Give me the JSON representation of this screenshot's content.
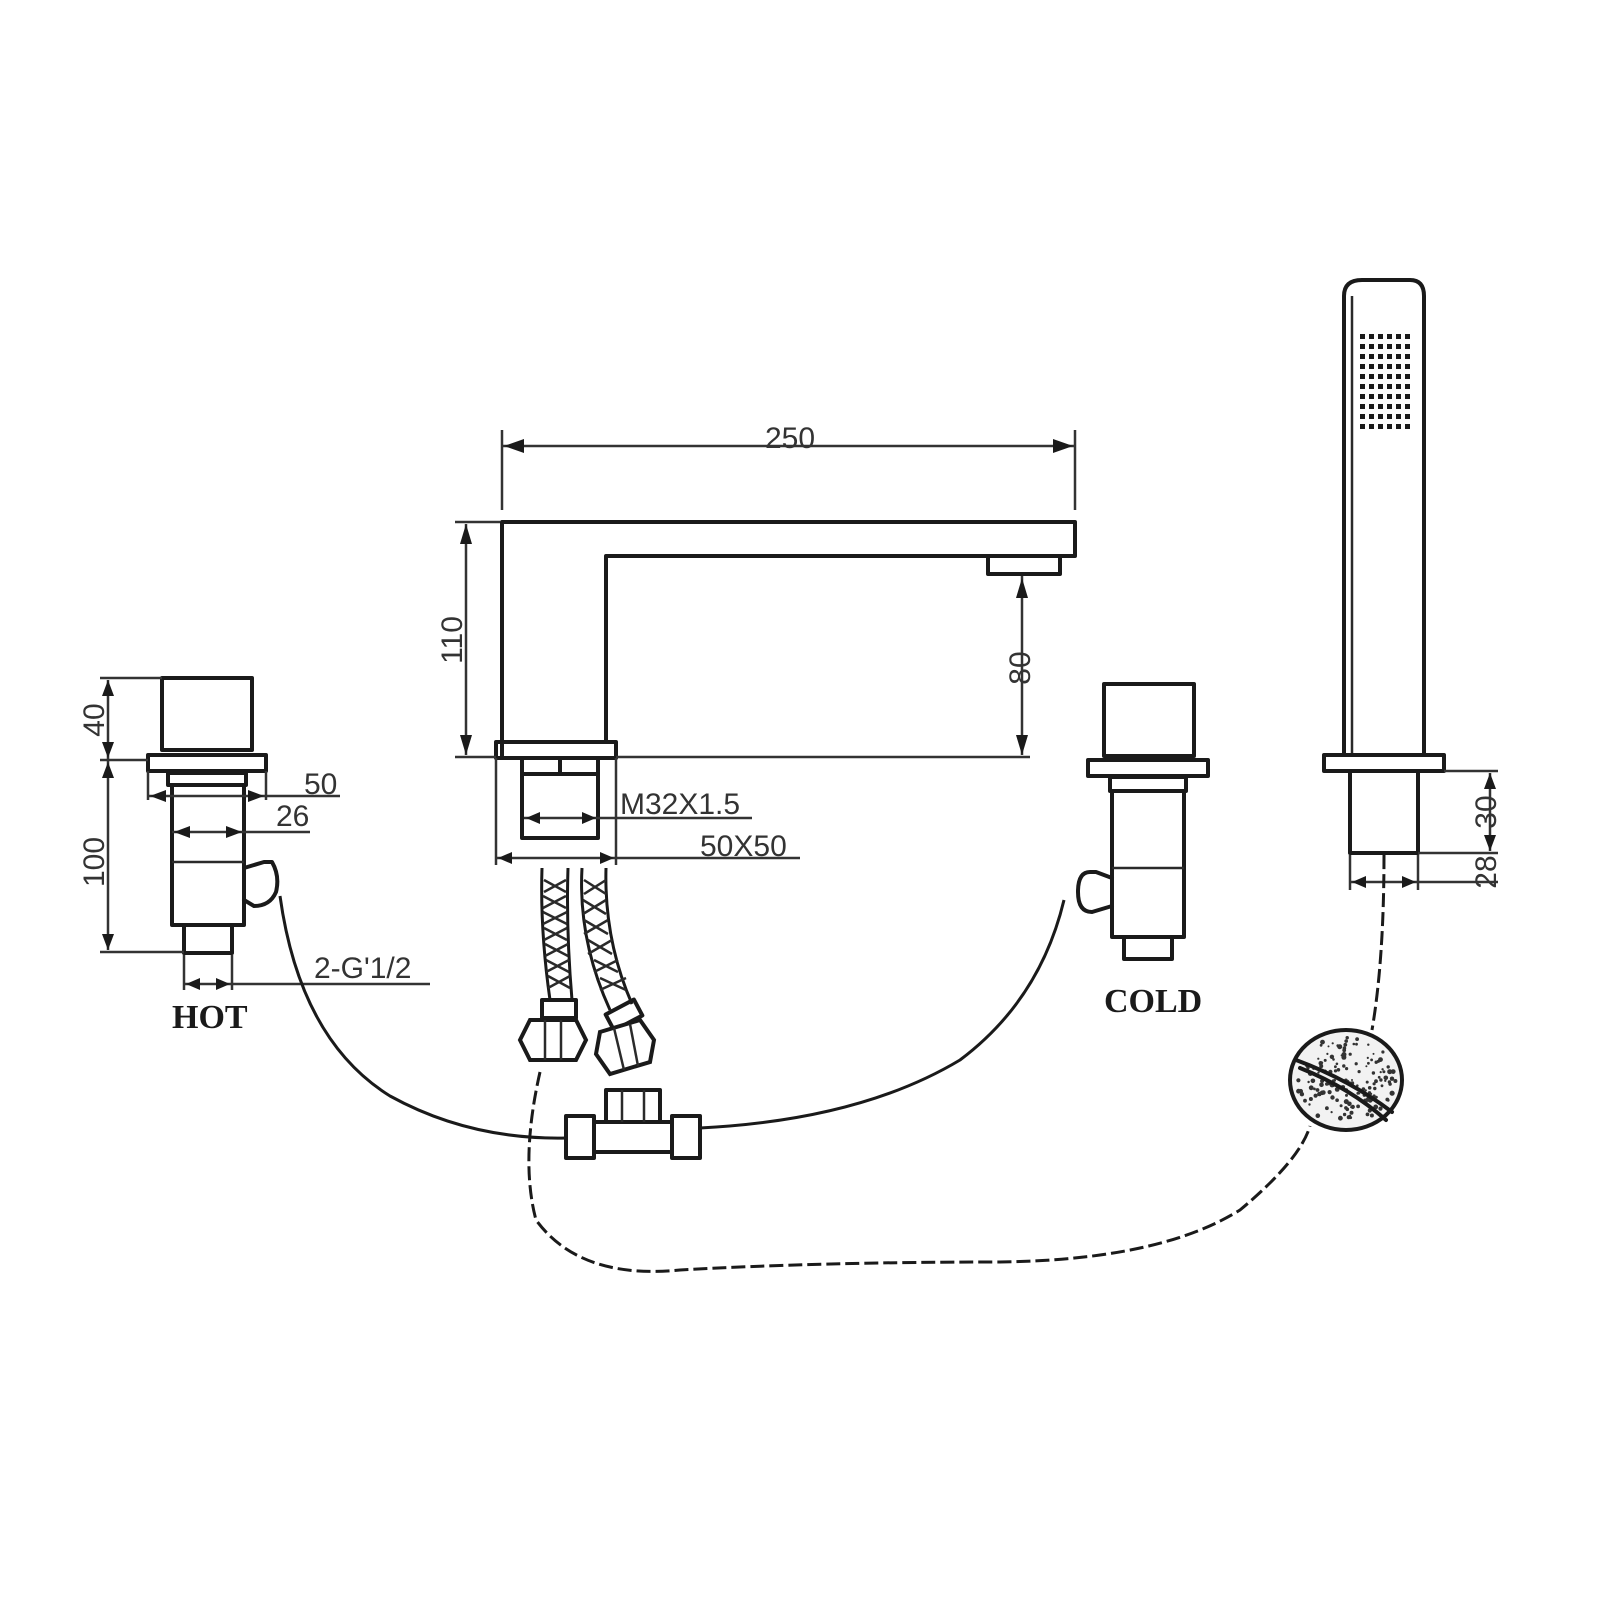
{
  "labels": {
    "hot": "HOT",
    "cold": "COLD"
  },
  "dimensions": {
    "spout_length": "250",
    "spout_height": "110",
    "spout_outlet_height": "80",
    "thread": "M32X1.5",
    "base": "50X50",
    "handle_height": "40",
    "valve_height": "100",
    "valve_plate_width": "50",
    "valve_body_width": "26",
    "inlet_thread": "2-G'1/2",
    "shower_mount_height": "30",
    "shower_mount_width": "28"
  }
}
